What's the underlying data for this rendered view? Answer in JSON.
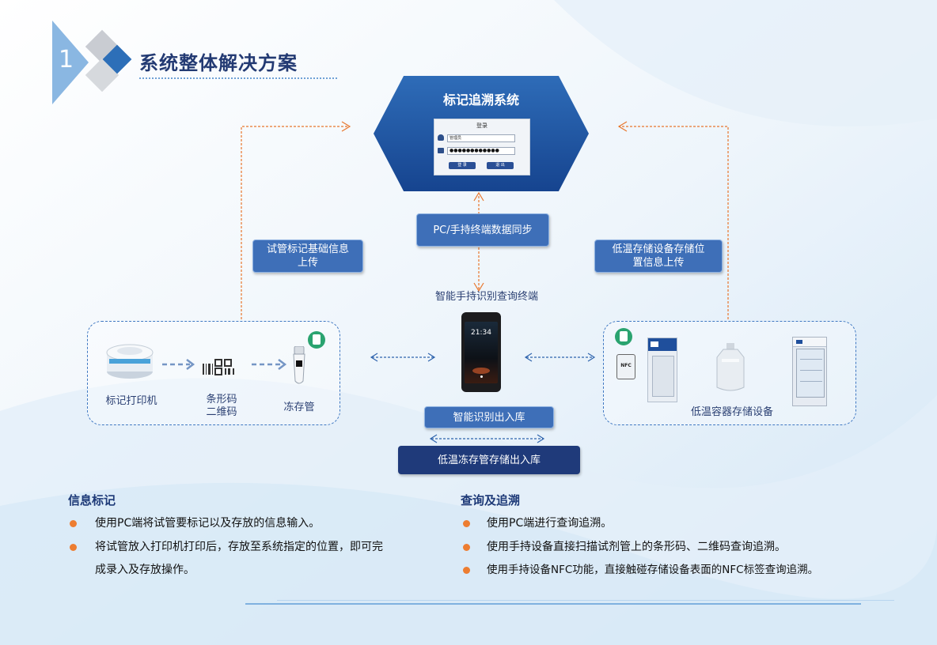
{
  "header": {
    "number": "1",
    "title": "系统整体解决方案"
  },
  "system": {
    "title": "标记追溯系统",
    "login": {
      "title": "登录",
      "username": "管理员",
      "password": "●●●●●●●●●●●●",
      "login_button": "登 录",
      "exit_button": "退 出"
    }
  },
  "phone_screen": {
    "time": "21:34"
  },
  "labels": {
    "sync": "PC/手持终端数据同步",
    "upload_left": "试管标记基础信息\n上传",
    "upload_right": "低温存储设备存储位\n置信息上传",
    "handheld": "智能手持识别查询终端",
    "smart_io": "智能识别出入库",
    "cold_io": "低温冻存管存储出入库",
    "printer": "标记打印机",
    "barcode": "条形码\n二维码",
    "tube": "冻存管",
    "storage": "低温容器存储设备",
    "nfc": "NFC"
  },
  "info_marking": {
    "title": "信息标记",
    "bullets": [
      "使用PC端将试管要标记以及存放的信息输入。",
      "将试管放入打印机打印后，存放至系统指定的位置，即可完",
      "成录入及存放操作。"
    ]
  },
  "query_trace": {
    "title": "查询及追溯",
    "bullets": [
      "使用PC端进行查询追溯。",
      "使用手持设备直接扫描试剂管上的条形码、二维码查询追溯。",
      "使用手持设备NFC功能，直接触碰存储设备表面的NFC标签查询追溯。"
    ]
  },
  "colors": {
    "accent_blue": "#1f4f9c",
    "arrow_orange": "#e8762c",
    "bullet_orange": "#ed7d31",
    "title_navy": "#233a73"
  }
}
